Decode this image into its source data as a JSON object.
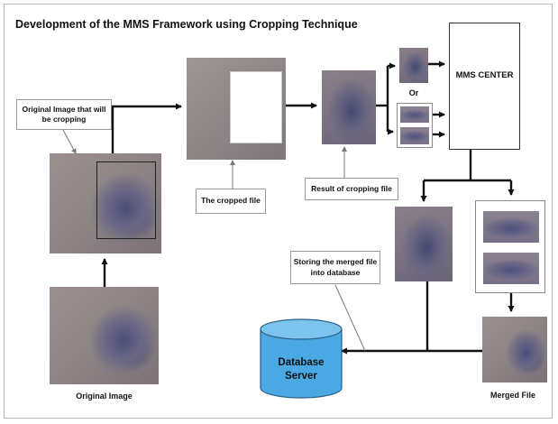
{
  "title": "Development of the MMS Framework using Cropping Technique",
  "callouts": {
    "original_to_crop": "Original Image that will be cropping",
    "cropped_file": "The cropped file",
    "result_of_cropping": "Result of cropping file",
    "storing_merged": "Storing the merged file into database"
  },
  "labels": {
    "or": "Or",
    "mms_center": "MMS CENTER",
    "database_server": "Database Server",
    "original_image": "Original Image",
    "merged_file": "Merged File"
  },
  "colors": {
    "database_fill": "#4aa9e3",
    "arrow": "#111111"
  },
  "icons": [
    "arrow-right-icon",
    "arrow-down-icon",
    "arrow-up-icon",
    "database-cylinder-icon"
  ]
}
